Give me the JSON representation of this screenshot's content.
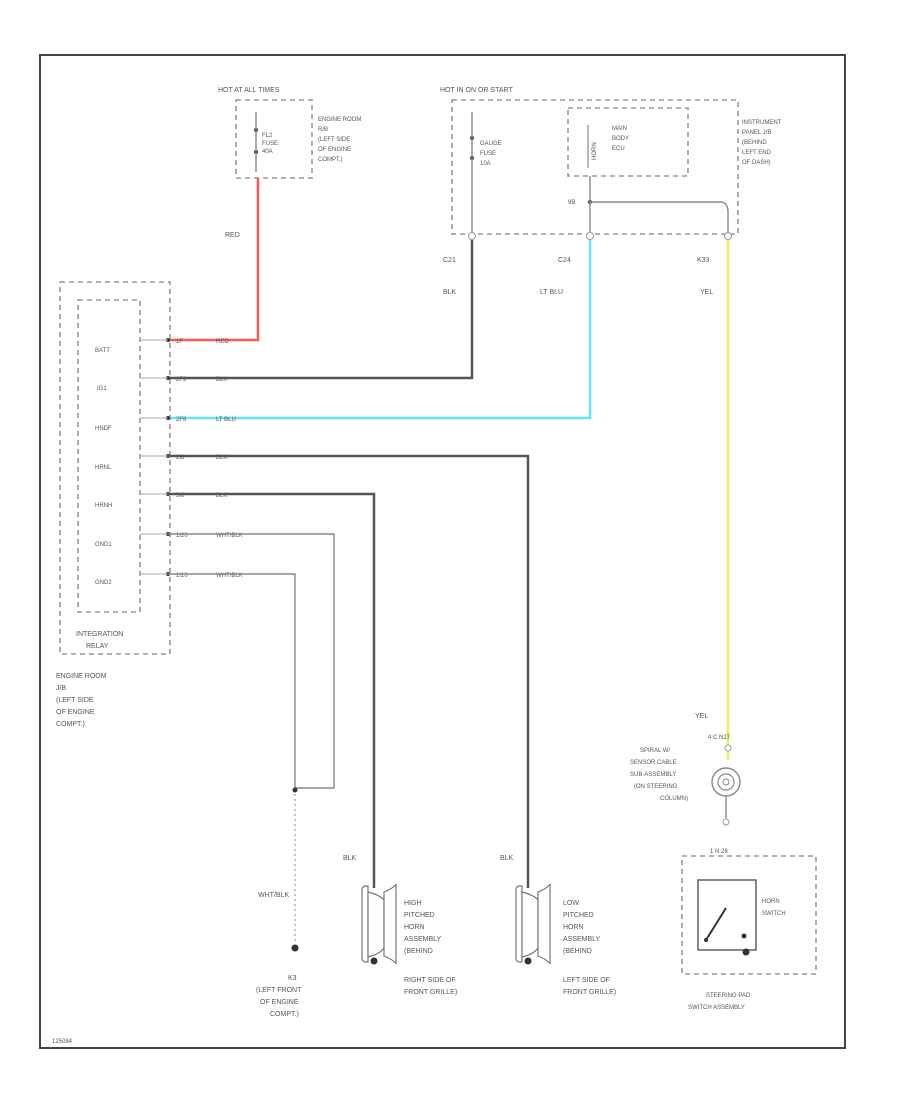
{
  "diagram_code": "125084",
  "colors": {
    "red": "#ff5555",
    "lt_blu": "#66e6ee",
    "yel": "#eeee55",
    "blk": "#555555"
  },
  "top": {
    "hot_at_all_times": "HOT AT ALL TIMES",
    "fl2_fuse": [
      "FL2",
      "FUSE",
      "40A"
    ],
    "engine_room_r2b": [
      "ENGINE ROOM",
      "R/B",
      "(LEFT SIDE",
      "OF ENGINE",
      "COMPT.)"
    ],
    "hot_in_on": "HOT IN ON OR START",
    "gauge_fuse": [
      "GAUGE",
      "FUSE",
      "10A"
    ],
    "main_body_ecu": [
      "MAIN",
      "BODY",
      "ECU"
    ],
    "horn_label": "HORN",
    "instrument_panel_jb": [
      "INSTRUMENT",
      "PANEL J/B",
      "(BEHIND",
      "LEFT END",
      "OF DASH)"
    ],
    "conn_9b": "9B",
    "conn_c21": "C21",
    "conn_c24": "C24",
    "conn_k33": "K33"
  },
  "wires": {
    "red": "RED",
    "blk": "BLK",
    "lt_blu": "LT BLU",
    "yel": "YEL",
    "wht_blk": "WHT/BLK"
  },
  "relay": {
    "pins": [
      "BATT",
      "IG1",
      "HNDF",
      "HRNL",
      "HRNH",
      "GND1",
      "GND2"
    ],
    "pin_codes": [
      "1F",
      "2F9",
      "2F8",
      "2I8",
      "5I8",
      "1I20",
      "1I10"
    ],
    "pin_wires": [
      "RED",
      "BLK",
      "LT BLU",
      "BLK",
      "BLK",
      "WHT/BLK",
      "WHT/BLK"
    ],
    "name": [
      "INTEGRATION",
      "RELAY"
    ],
    "jb_label": [
      "ENGINE ROOM",
      "J/B",
      "(LEFT SIDE",
      "OF ENGINE",
      "COMPT.)"
    ]
  },
  "right": {
    "spiral_conn": "4  C  N27",
    "spiral_label": [
      "SPIRAL W/",
      "SENSOR CABLE",
      "SUB-ASSEMBLY",
      "(ON STEERING",
      "COLUMN)"
    ],
    "horn_switch": [
      "HORN",
      "SWITCH"
    ],
    "steering_pad": [
      "STEERING PAD",
      "SWITCH ASSEMBLY"
    ],
    "switch_conn": "1  N  28"
  },
  "bottom": {
    "ground_label": [
      "K3",
      "(LEFT FRONT",
      "OF ENGINE",
      "COMPT.)"
    ],
    "high_horn": [
      "HIGH",
      "PITCHED",
      "HORN",
      "ASSEMBLY",
      "(BEHIND",
      "RIGHT SIDE OF",
      "FRONT GRILLE)"
    ],
    "low_horn": [
      "LOW",
      "PITCHED",
      "HORN",
      "ASSEMBLY",
      "(BEHIND",
      "LEFT SIDE OF",
      "FRONT GRILLE)"
    ]
  }
}
